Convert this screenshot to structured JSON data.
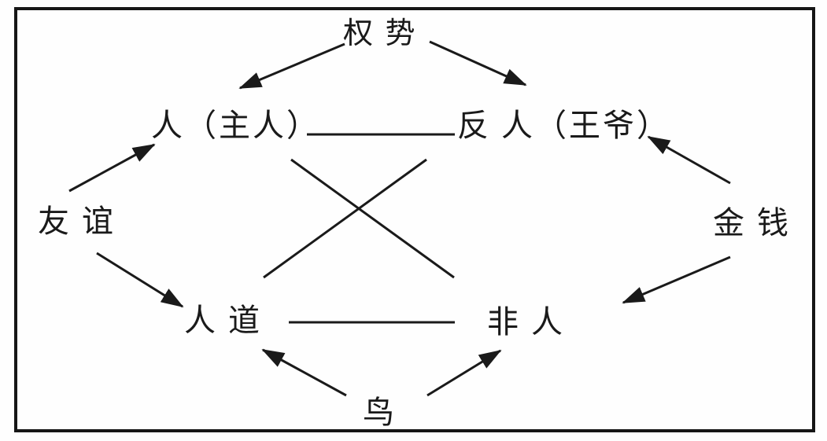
{
  "diagram": {
    "title": "",
    "nodes": {
      "power": {
        "label": "权 势"
      },
      "person": {
        "label": "人（主人）"
      },
      "anti_person": {
        "label": "反 人（王爷）"
      },
      "friendship": {
        "label": "友 谊"
      },
      "money": {
        "label": "金 钱"
      },
      "humanity": {
        "label": "人 道"
      },
      "non_person": {
        "label": "非 人"
      },
      "bird": {
        "label": "鸟"
      }
    },
    "edges": [
      {
        "from": "权 势",
        "to": "人（主人）",
        "style": "arrow"
      },
      {
        "from": "权 势",
        "to": "反 人（王爷）",
        "style": "arrow"
      },
      {
        "from": "友 谊",
        "to": "人（主人）",
        "style": "arrow"
      },
      {
        "from": "友 谊",
        "to": "人 道",
        "style": "arrow"
      },
      {
        "from": "金 钱",
        "to": "反 人（王爷）",
        "style": "arrow"
      },
      {
        "from": "金 钱",
        "to": "非 人",
        "style": "arrow"
      },
      {
        "from": "鸟",
        "to": "人 道",
        "style": "arrow"
      },
      {
        "from": "鸟",
        "to": "非 人",
        "style": "arrow"
      },
      {
        "from": "人（主人）",
        "to": "反 人（王爷）",
        "style": "line"
      },
      {
        "from": "人 道",
        "to": "非 人",
        "style": "line"
      },
      {
        "from": "人（主人）",
        "to": "非 人",
        "style": "line"
      },
      {
        "from": "反 人（王爷）",
        "to": "人 道",
        "style": "line"
      }
    ],
    "colors": {
      "ink": "#1a1a1a",
      "background": "#fefefe"
    }
  }
}
